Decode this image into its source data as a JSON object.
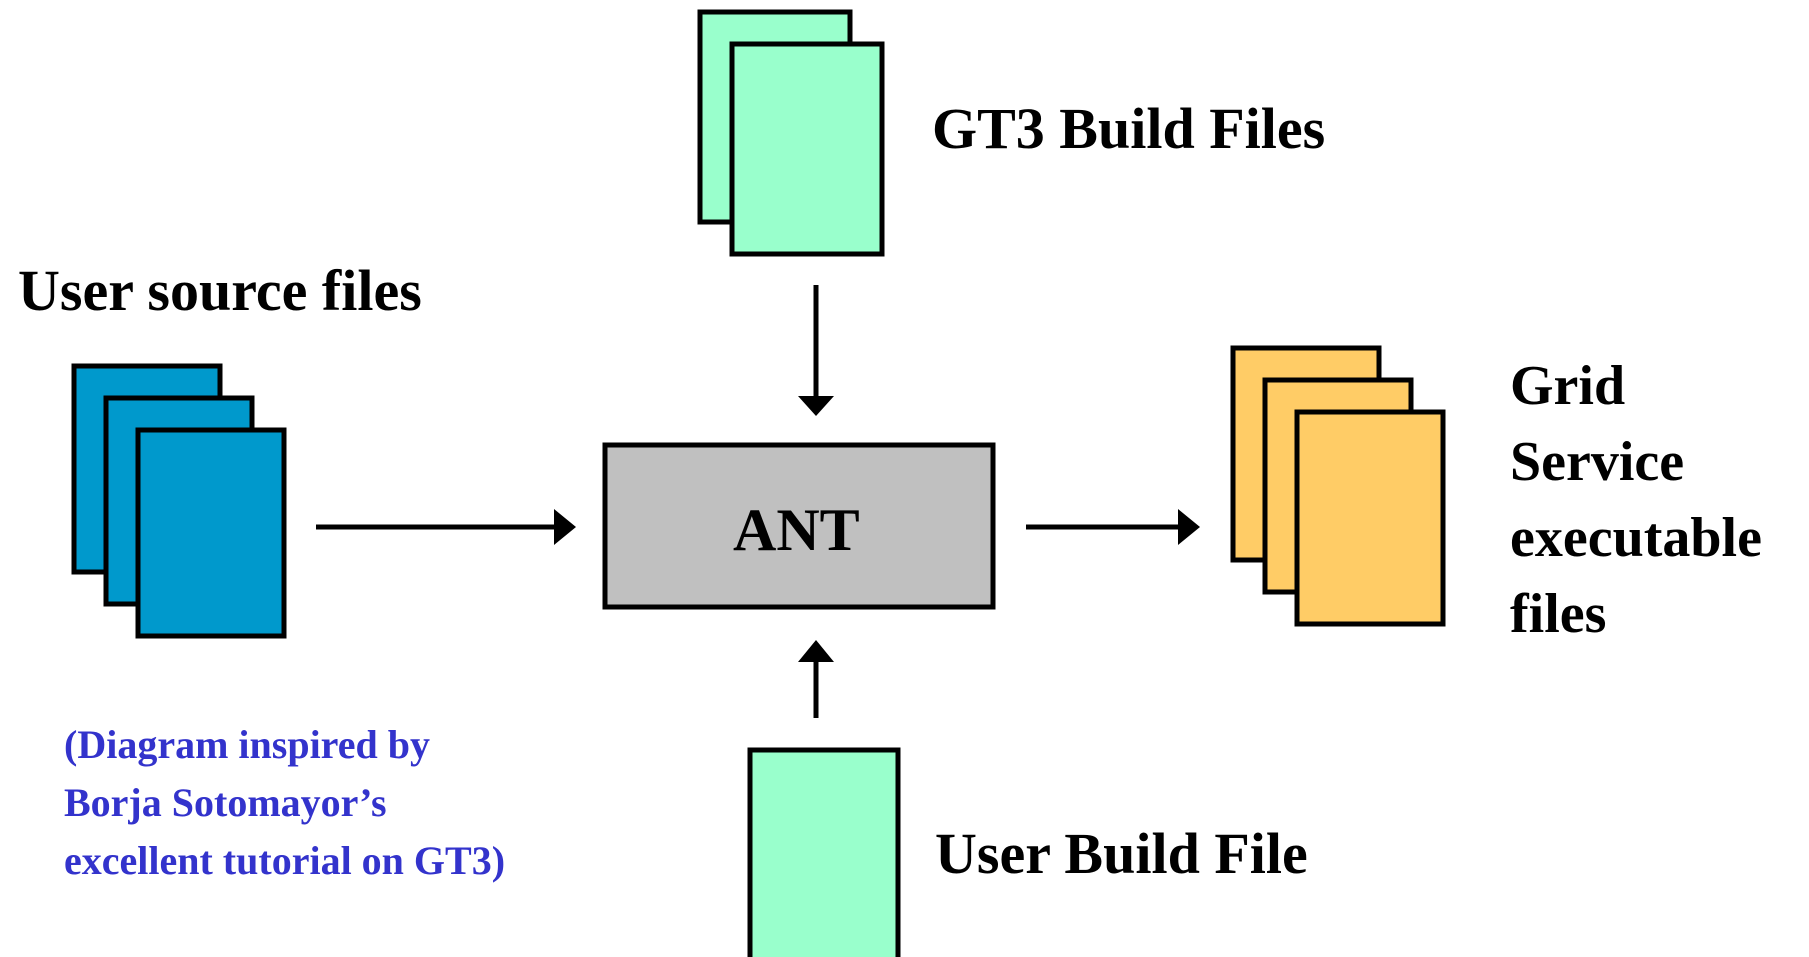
{
  "labels": {
    "gt3_build_files": "GT3 Build Files",
    "user_source_files": "User source files",
    "ant": "ANT",
    "grid_output": [
      "Grid",
      "Service",
      "executable",
      "files"
    ],
    "user_build_file": "User Build File",
    "credit": [
      "(Diagram inspired by",
      "Borja Sotomayor’s",
      "excellent tutorial on GT3)"
    ]
  },
  "colors": {
    "source_files": "#0099cc",
    "build_files": "#99ffcc",
    "output_files": "#ffcc66",
    "ant_box": "#c0c0c0",
    "credit_text": "#3333cc"
  }
}
